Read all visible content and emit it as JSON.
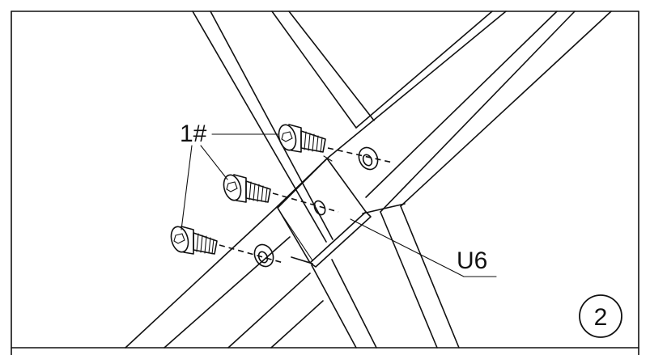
{
  "callouts": {
    "screw_part": "1#",
    "bracket_part": "U6"
  },
  "step": {
    "number": "2"
  }
}
